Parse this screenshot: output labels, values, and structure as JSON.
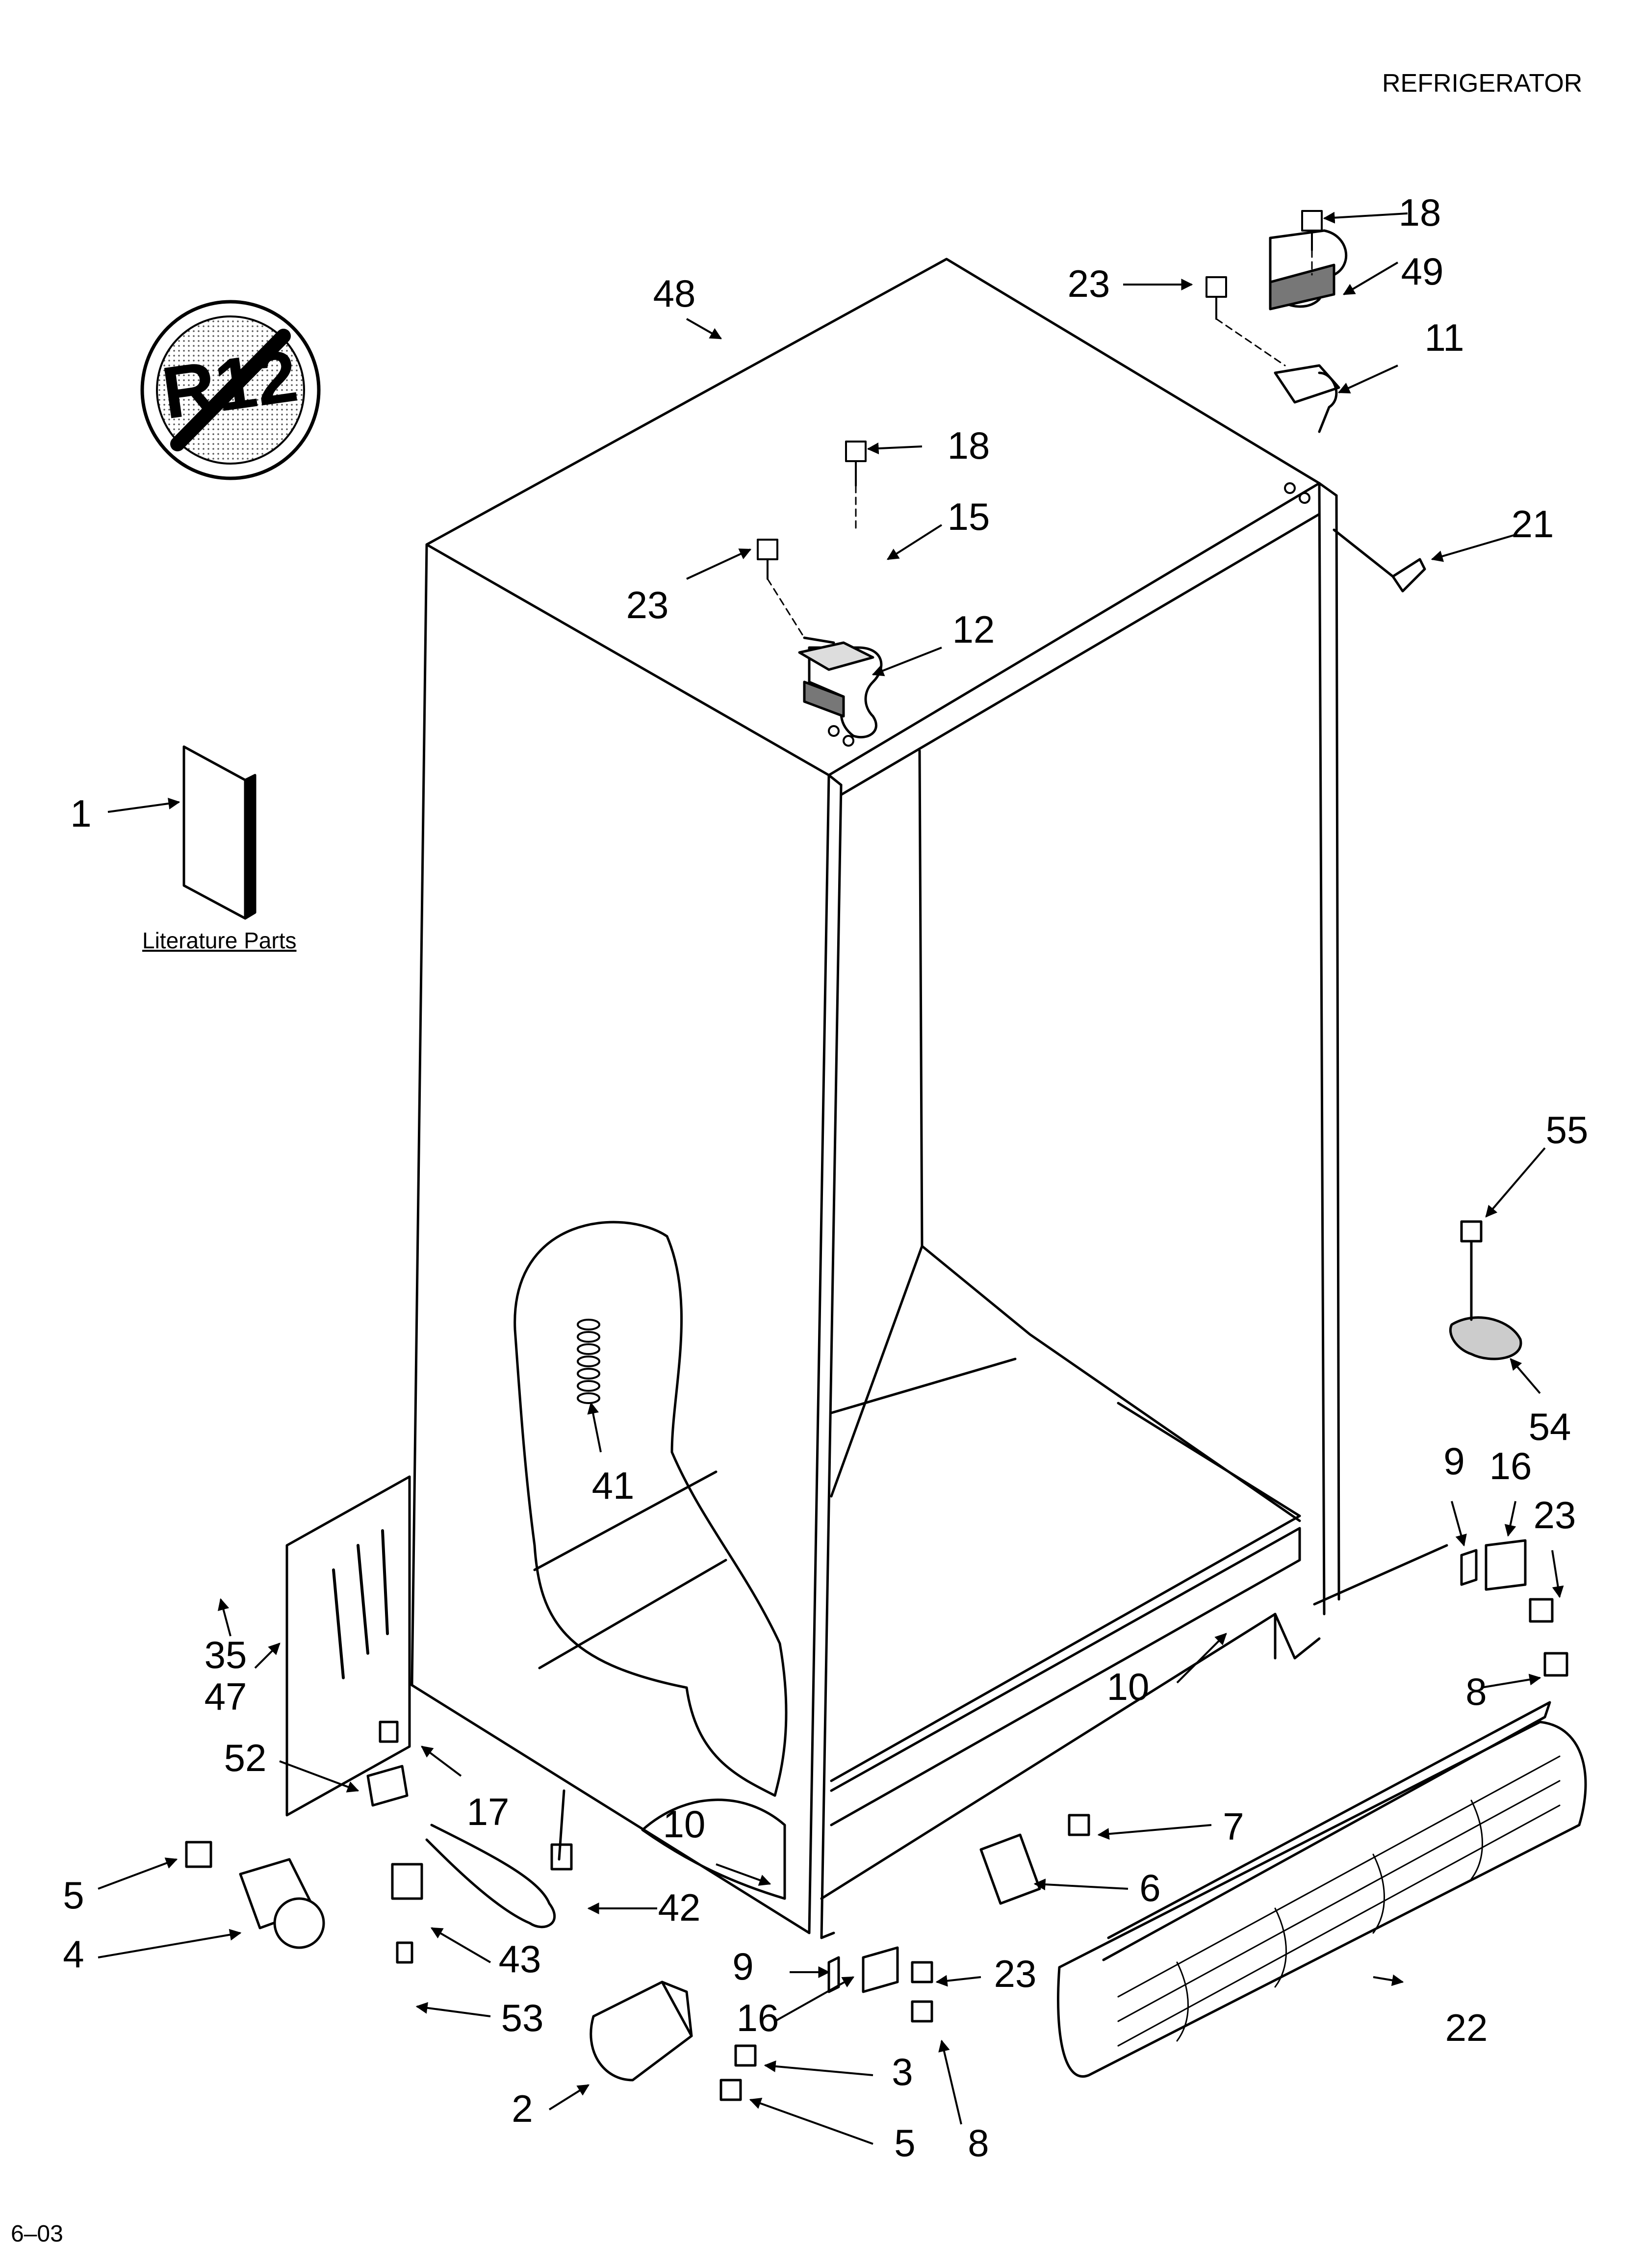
{
  "header": {
    "section_title": "REFRIGERATOR"
  },
  "footer": {
    "revision": "6–03"
  },
  "badge": {
    "text": "R12"
  },
  "literature": {
    "label": "Literature Parts"
  },
  "callouts": [
    {
      "id": "c48",
      "label": "48"
    },
    {
      "id": "c23a",
      "label": "23"
    },
    {
      "id": "c18a",
      "label": "18"
    },
    {
      "id": "c49",
      "label": "49"
    },
    {
      "id": "c11",
      "label": "11"
    },
    {
      "id": "c21",
      "label": "21"
    },
    {
      "id": "c18b",
      "label": "18"
    },
    {
      "id": "c15",
      "label": "15"
    },
    {
      "id": "c23b",
      "label": "23"
    },
    {
      "id": "c12",
      "label": "12"
    },
    {
      "id": "c1",
      "label": "1"
    },
    {
      "id": "c55",
      "label": "55"
    },
    {
      "id": "c54",
      "label": "54"
    },
    {
      "id": "c9a",
      "label": "9"
    },
    {
      "id": "c16a",
      "label": "16"
    },
    {
      "id": "c23c",
      "label": "23"
    },
    {
      "id": "c41",
      "label": "41"
    },
    {
      "id": "c35",
      "label": "35"
    },
    {
      "id": "c47",
      "label": "47"
    },
    {
      "id": "c10a",
      "label": "10"
    },
    {
      "id": "c8a",
      "label": "8"
    },
    {
      "id": "c52",
      "label": "52"
    },
    {
      "id": "c17",
      "label": "17"
    },
    {
      "id": "c10b",
      "label": "10"
    },
    {
      "id": "c7",
      "label": "7"
    },
    {
      "id": "c5a",
      "label": "5"
    },
    {
      "id": "c42",
      "label": "42"
    },
    {
      "id": "c6",
      "label": "6"
    },
    {
      "id": "c4",
      "label": "4"
    },
    {
      "id": "c43",
      "label": "43"
    },
    {
      "id": "c9b",
      "label": "9"
    },
    {
      "id": "c23d",
      "label": "23"
    },
    {
      "id": "c53",
      "label": "53"
    },
    {
      "id": "c16b",
      "label": "16"
    },
    {
      "id": "c22",
      "label": "22"
    },
    {
      "id": "c2",
      "label": "2"
    },
    {
      "id": "c3",
      "label": "3"
    },
    {
      "id": "c5b",
      "label": "5"
    },
    {
      "id": "c8b",
      "label": "8"
    }
  ]
}
